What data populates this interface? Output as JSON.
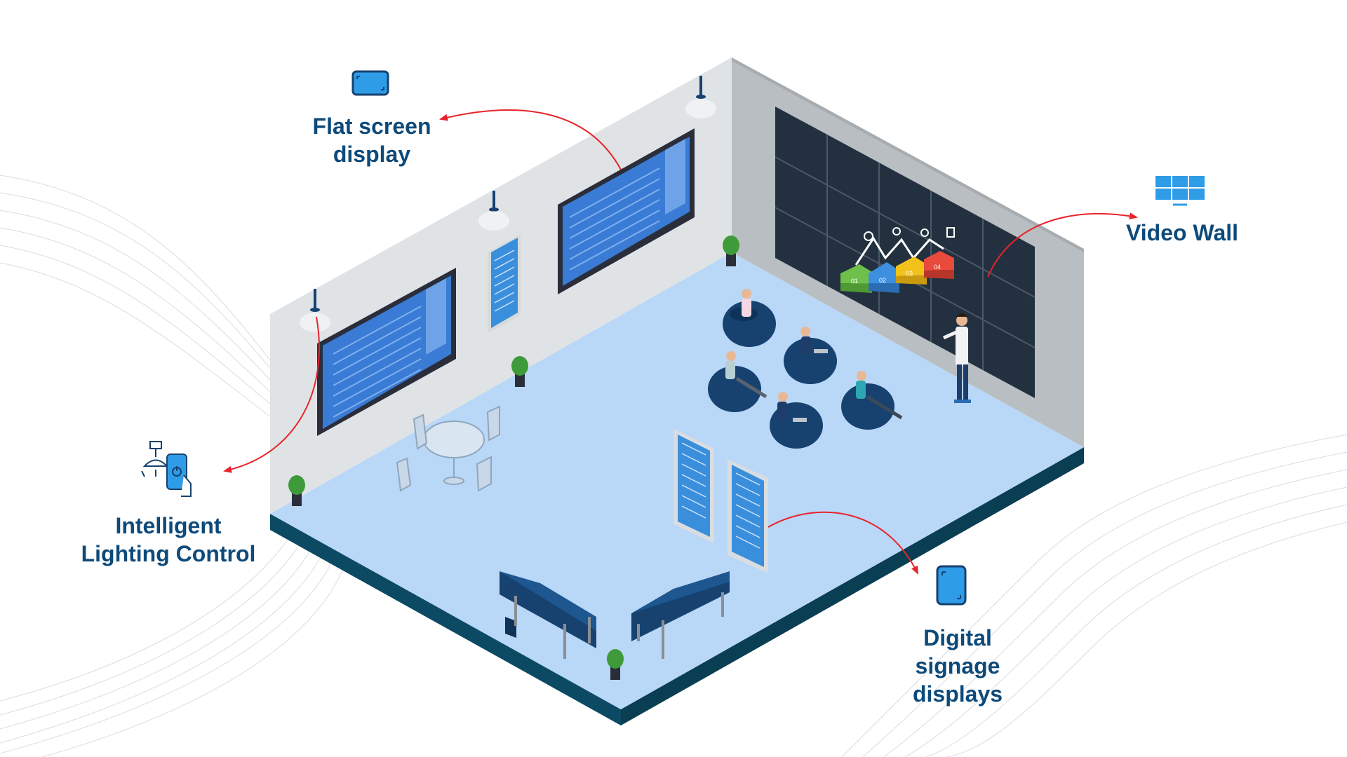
{
  "callouts": {
    "flat_screen": {
      "line1": "Flat screen",
      "line2": "display",
      "icon": "monitor-icon"
    },
    "video_wall": {
      "label": "Video Wall",
      "icon": "video-wall-icon"
    },
    "lighting": {
      "line1": "Intelligent",
      "line2": "Lighting Control",
      "icon": "lamp-phone-icon"
    },
    "signage": {
      "line1": "Digital",
      "line2": "signage",
      "line3": "displays",
      "icon": "tablet-icon"
    }
  },
  "video_wall_content": {
    "tiles": [
      "01",
      "02",
      "03",
      "04"
    ]
  },
  "colors": {
    "label_text": "#0d4a7a",
    "icon_fill": "#2f9ce8",
    "arrow": "#e8242a",
    "floor": "#b9d7f7",
    "floor_edge": "#0b4a62",
    "wall_left": "#dfe3e6",
    "wall_right": "#b9bec2",
    "video_wall": "#23303f",
    "screen_blue": "#3a7bd5",
    "furniture": "#17426f",
    "tile_green": "#6ec04a",
    "tile_blue": "#3d8fe0",
    "tile_yellow": "#f2c21b",
    "tile_red": "#e84a3c"
  }
}
